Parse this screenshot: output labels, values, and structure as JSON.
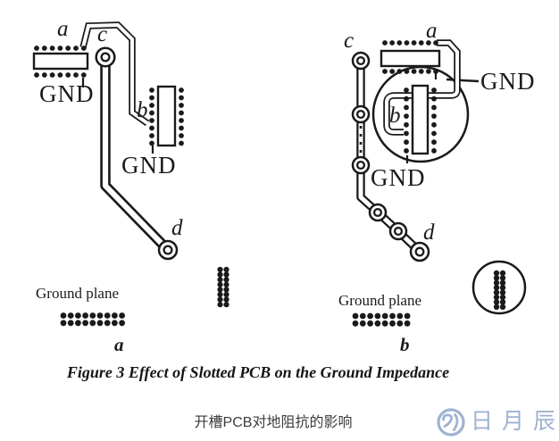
{
  "colors": {
    "ink": "#1a1a1a",
    "background": "#ffffff",
    "watermark_blue": "#9fb3d0"
  },
  "figure": {
    "caption": "Figure 3 Effect of Slotted PCB on the Ground Impedance",
    "caption_zh": "开槽PCB对地阻抗的影响",
    "left_panel": {
      "panel_letter": "a",
      "node_a": "a",
      "node_b": "b",
      "node_c": "c",
      "node_d": "d",
      "gnd_left": "GND",
      "gnd_right": "GND",
      "ground_plane": "Ground plane"
    },
    "right_panel": {
      "panel_letter": "b",
      "node_a": "a",
      "node_b": "b",
      "node_c": "c",
      "node_d": "d",
      "gnd_callout": "GND",
      "gnd_center": "GND",
      "ground_plane": "Ground plane"
    }
  },
  "watermark": {
    "text": "日月辰",
    "icon": "sun-moon-circle-icon"
  }
}
